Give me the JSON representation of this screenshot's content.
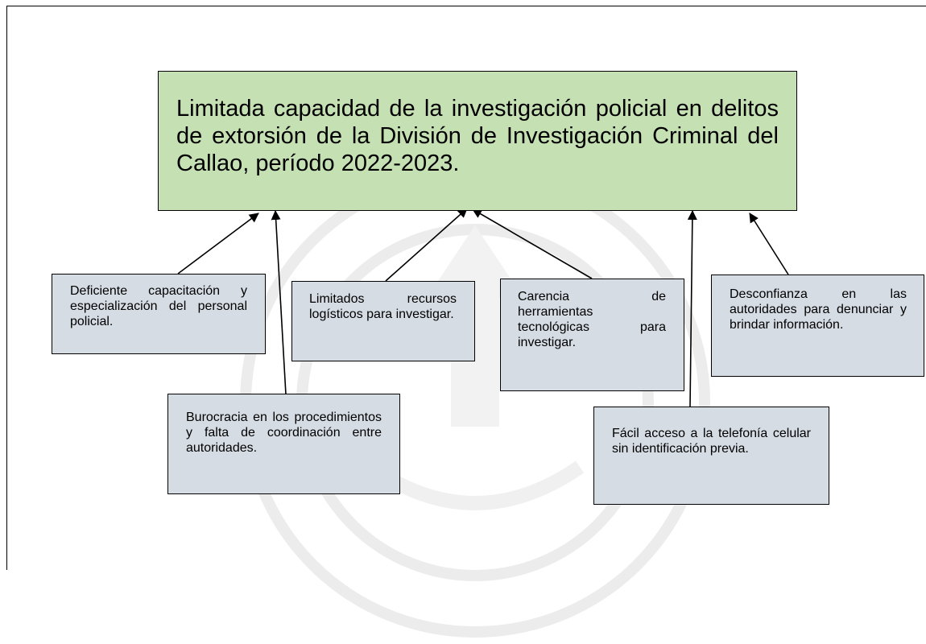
{
  "diagram": {
    "problem": "Limitada capacidad de la investigación policial en delitos de extorsión de la División de Investigación Criminal del Callao, período 2022-2023.",
    "causes": [
      "Deficiente capacitación y especialización del personal policial.",
      "Limitados recursos logísticos para investigar.",
      "Carencia de herramientas tecnológicas para investigar.",
      "Desconfianza en las autoridades para denunciar y brindar información.",
      "Burocracia en los procedimientos y falta de coordinación entre autoridades.",
      "Fácil acceso a la telefonía celular sin identificación previa."
    ]
  },
  "colors": {
    "problem_fill": "#c5e0b3",
    "cause_fill": "#d5dce4",
    "stroke": "#000000",
    "watermark": "#e8e8e8"
  }
}
